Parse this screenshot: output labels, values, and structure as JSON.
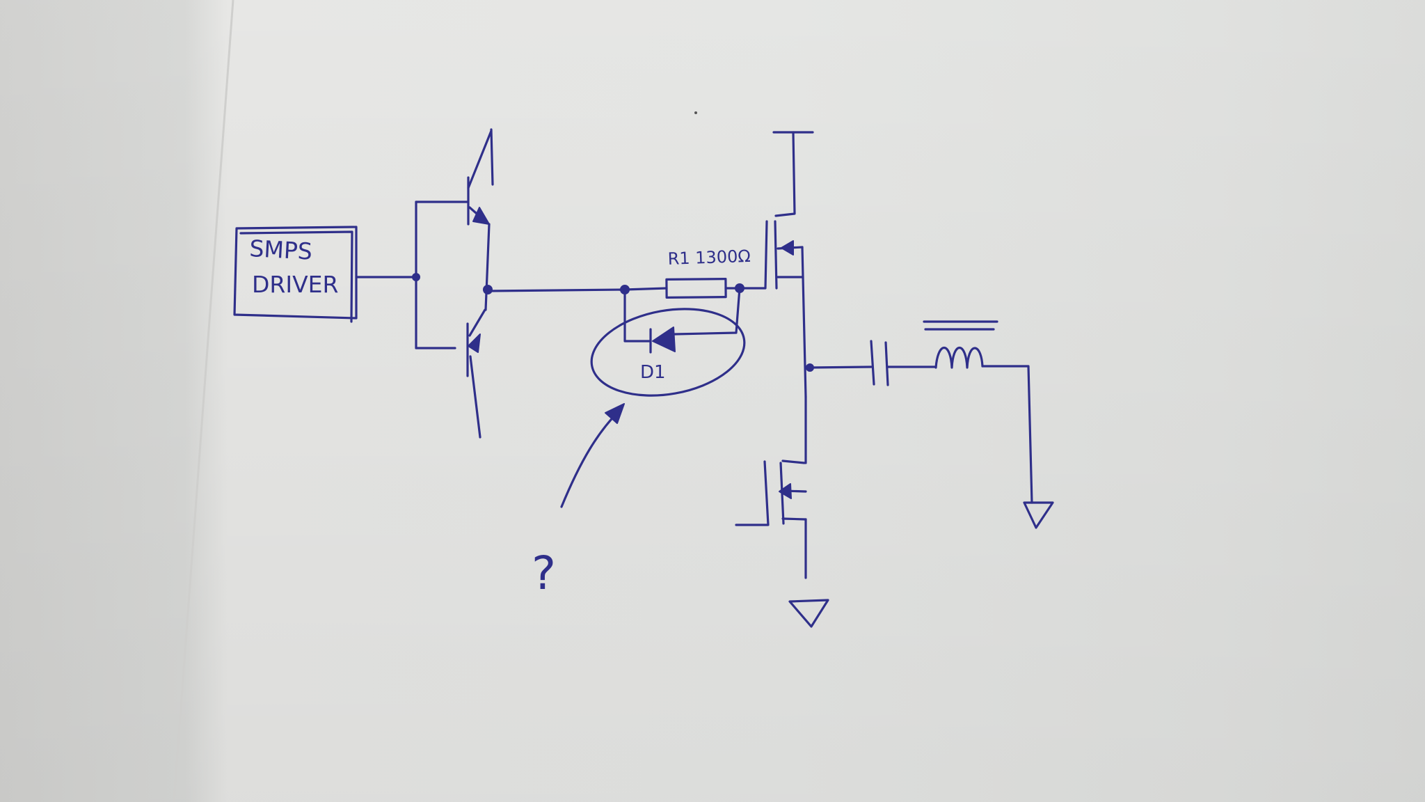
{
  "diagram": {
    "driver_box": {
      "line1": "SMPS",
      "line2": "DRIVER"
    },
    "resistor": {
      "label": "R1 1300Ω"
    },
    "diode": {
      "label": "D1"
    },
    "question": {
      "label": "?"
    }
  },
  "colors": {
    "paper": "#e3e3e1",
    "paper_highlight": "#f1f1ef",
    "ink": "#2f2f8a"
  }
}
